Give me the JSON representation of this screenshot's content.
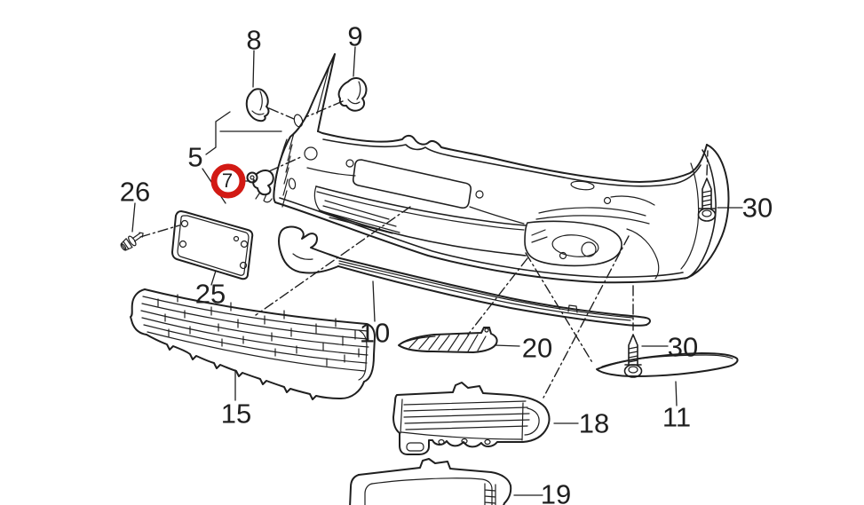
{
  "colors": {
    "background": "#ffffff",
    "line": "#1f1f1f",
    "highlight": "#d21a14"
  },
  "selected_part": "7",
  "callouts": {
    "c5": {
      "text": "5"
    },
    "c7": {
      "text": "7"
    },
    "c8": {
      "text": "8"
    },
    "c9": {
      "text": "9"
    },
    "c10": {
      "text": "10"
    },
    "c11": {
      "text": "11"
    },
    "c15": {
      "text": "15"
    },
    "c18": {
      "text": "18"
    },
    "c19": {
      "text": "19"
    },
    "c20": {
      "text": "20"
    },
    "c25": {
      "text": "25"
    },
    "c26": {
      "text": "26"
    },
    "c30a": {
      "text": "30"
    },
    "c30b": {
      "text": "30"
    }
  }
}
